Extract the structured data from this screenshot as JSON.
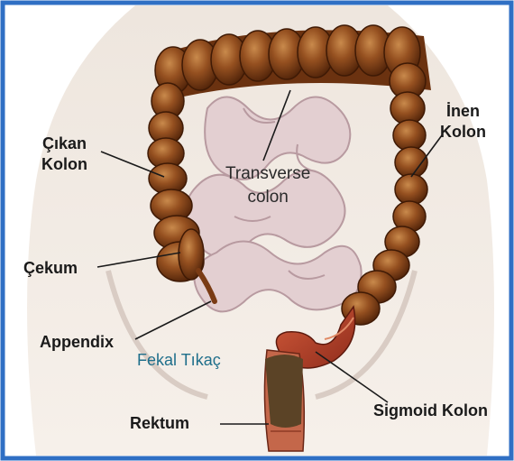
{
  "labels": {
    "ascending_line1": "Çıkan",
    "ascending_line2": "Kolon",
    "descending_line1": "İnen",
    "descending_line2": "Kolon",
    "transverse_line1": "Transverse",
    "transverse_line2": "colon",
    "cecum": "Çekum",
    "appendix": "Appendix",
    "fecal_plug": "Fekal Tıkaç",
    "sigmoid": "Sigmoid Kolon",
    "rectum": "Rektum"
  },
  "colors": {
    "border": "#2f6fc4",
    "background": "#f3ede6",
    "colon": "#8a4418",
    "colon_highlight": "#c27a3a",
    "colon_shadow": "#4a2008",
    "small_intestine": "#e2cfd0",
    "small_intestine_line": "#b99ea2",
    "sigmoid": "#b9402a",
    "fecal_plug": "#5b4326",
    "fecal_label": "#1f6f8b"
  }
}
